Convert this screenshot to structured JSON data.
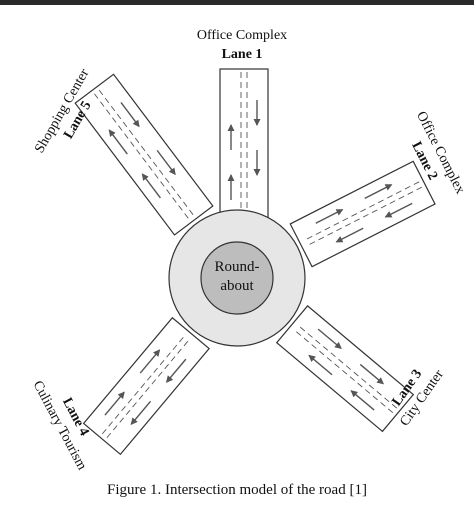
{
  "roundabout": {
    "label_line1": "Round-",
    "label_line2": "about",
    "outer_color": "#e6e6e6",
    "inner_color": "#bdbdbd"
  },
  "lanes": [
    {
      "lane_label": "Lane 1",
      "destination": "Office Complex"
    },
    {
      "lane_label": "Lane 2",
      "destination": "Office Complex"
    },
    {
      "lane_label": "Lane 3",
      "destination": "City Center"
    },
    {
      "lane_label": "Lane 4",
      "destination": "Culinary Tourism"
    },
    {
      "lane_label": "Lane 5",
      "destination": "Shopping Center"
    }
  ],
  "caption": "Figure 1. Intersection model of the road [1]"
}
